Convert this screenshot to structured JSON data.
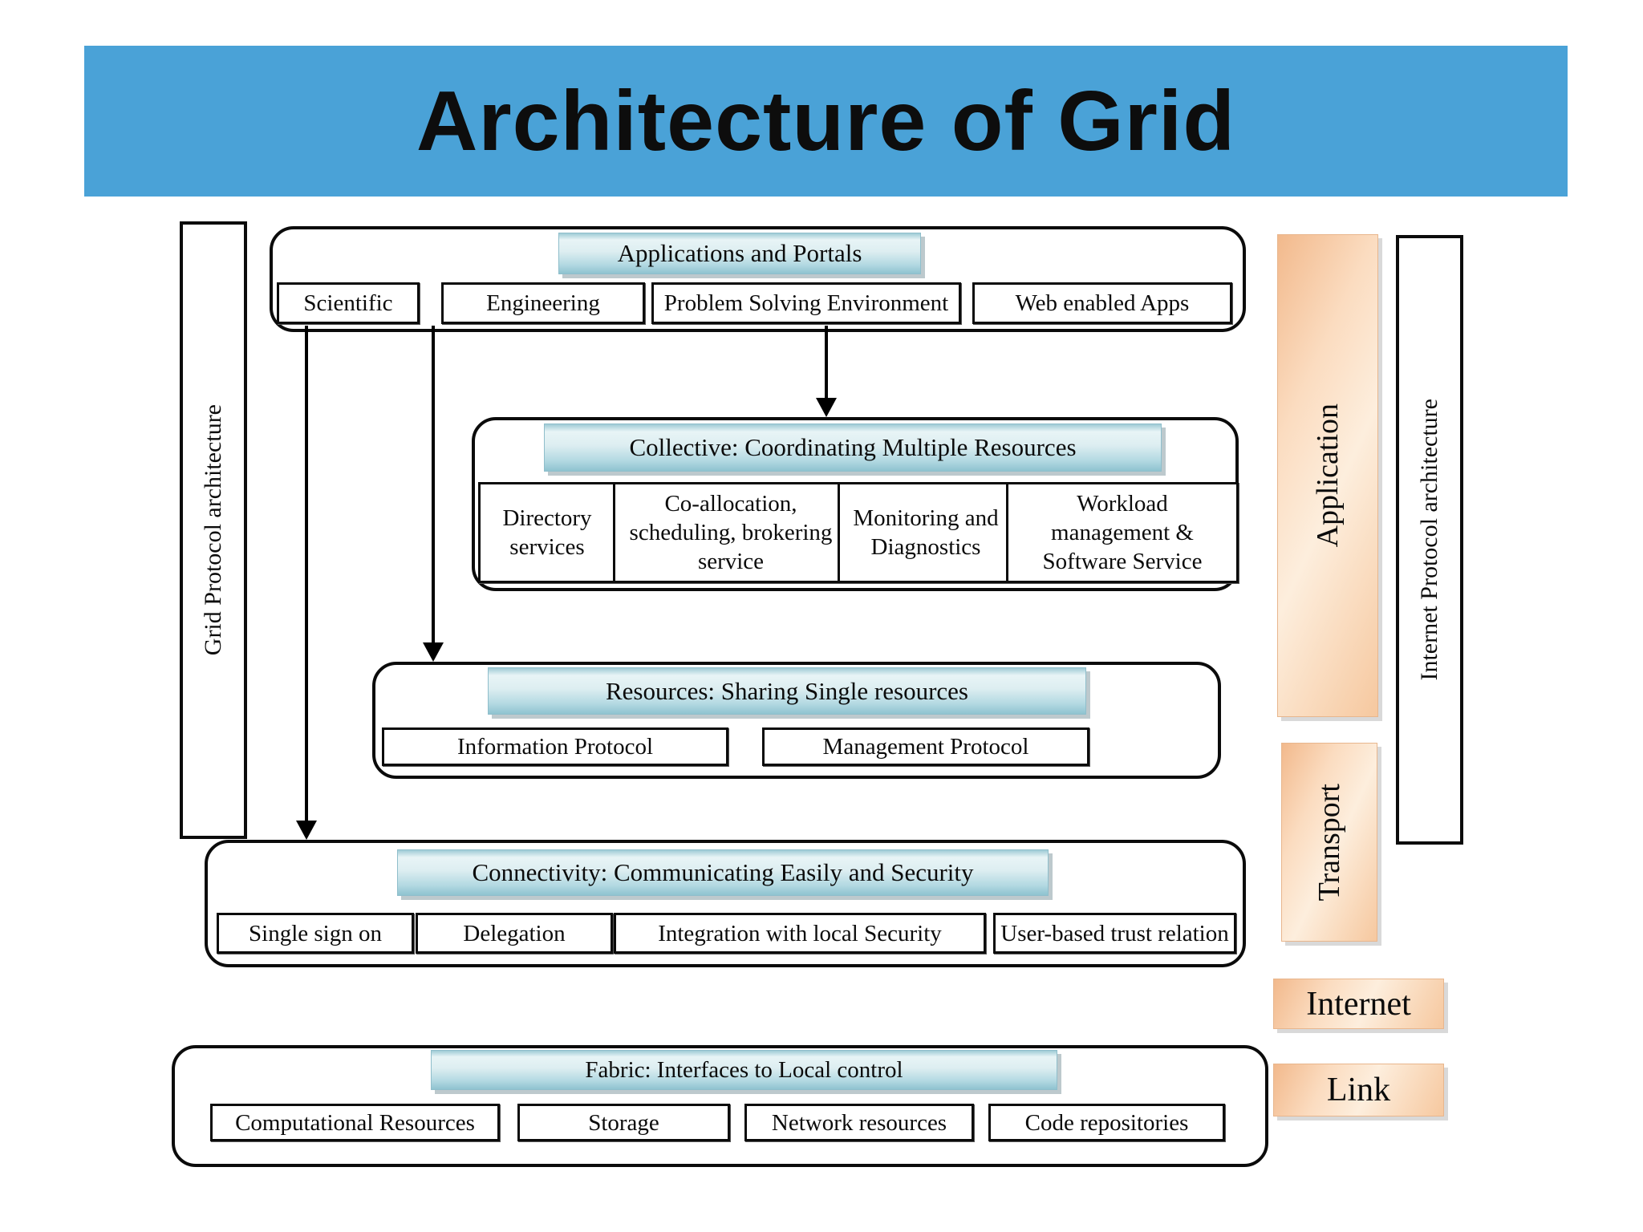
{
  "title": "Architecture of Grid",
  "colors": {
    "title_bar_blue": "#4aa2d7",
    "header_teal": "#a9d4de",
    "stack_orange": "#f5c79c",
    "line_black": "#0b0b0b"
  },
  "side_bars": {
    "left": "Grid Protocol architecture",
    "right": "Internet Protocol architecture"
  },
  "ip_stack": {
    "application": "Application",
    "transport": "Transport",
    "internet": "Internet",
    "link": "Link"
  },
  "layers": {
    "applications": {
      "header": "Applications and Portals",
      "items": [
        "Scientific",
        "Engineering",
        "Problem Solving Environment",
        "Web enabled Apps"
      ]
    },
    "collective": {
      "header": "Collective: Coordinating Multiple Resources",
      "items": [
        "Directory services",
        "Co-allocation, scheduling, brokering service",
        "Monitoring and Diagnostics",
        "Workload management & Software Service"
      ]
    },
    "resources": {
      "header": "Resources: Sharing Single resources",
      "items": [
        "Information Protocol",
        "Management Protocol"
      ]
    },
    "connectivity": {
      "header": "Connectivity: Communicating Easily and Security",
      "items": [
        "Single sign on",
        "Delegation",
        "Integration with local Security",
        "User-based trust relation"
      ]
    },
    "fabric": {
      "header": "Fabric: Interfaces to Local control",
      "items": [
        "Computational Resources",
        "Storage",
        "Network resources",
        "Code repositories"
      ]
    }
  }
}
